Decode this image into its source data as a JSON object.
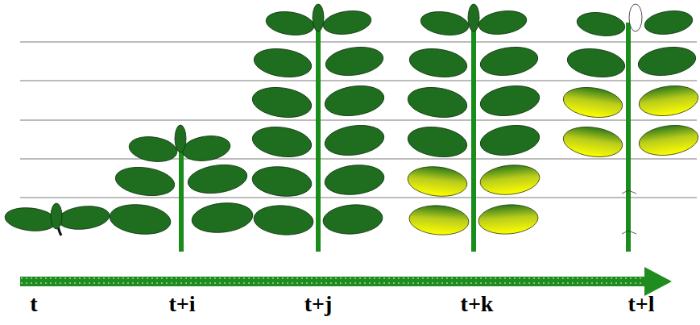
{
  "diagram": {
    "labels": [
      "t",
      "t+i",
      "t+j",
      "t+k",
      "t+l"
    ]
  }
}
